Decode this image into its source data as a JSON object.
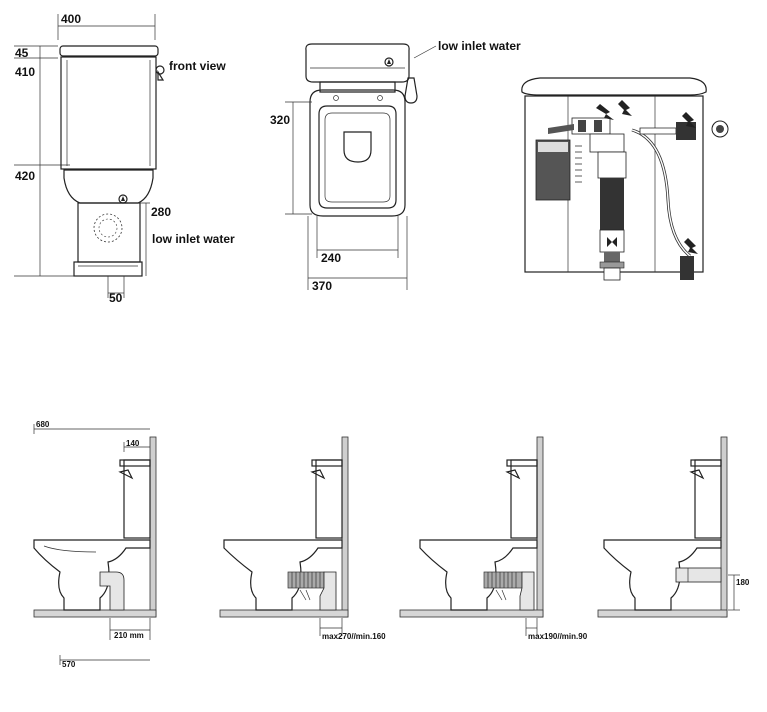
{
  "side_view": {
    "width_top": "400",
    "lid_height": "45",
    "tank_height": "410",
    "bowl_height": "420",
    "inlet_height": "280",
    "outlet_width": "50",
    "front_view_label": "front view",
    "inlet_label": "low inlet water"
  },
  "top_view": {
    "depth": "320",
    "inner_width": "240",
    "outer_width": "370",
    "inlet_label": "low inlet water"
  },
  "installations": {
    "overall_depth": "680",
    "tank_offset": "140",
    "floor_outlet": "210 mm",
    "base_depth": "570",
    "range_a": "max270//min.160",
    "range_b": "max190//min.90",
    "wall_outlet_height": "180"
  }
}
